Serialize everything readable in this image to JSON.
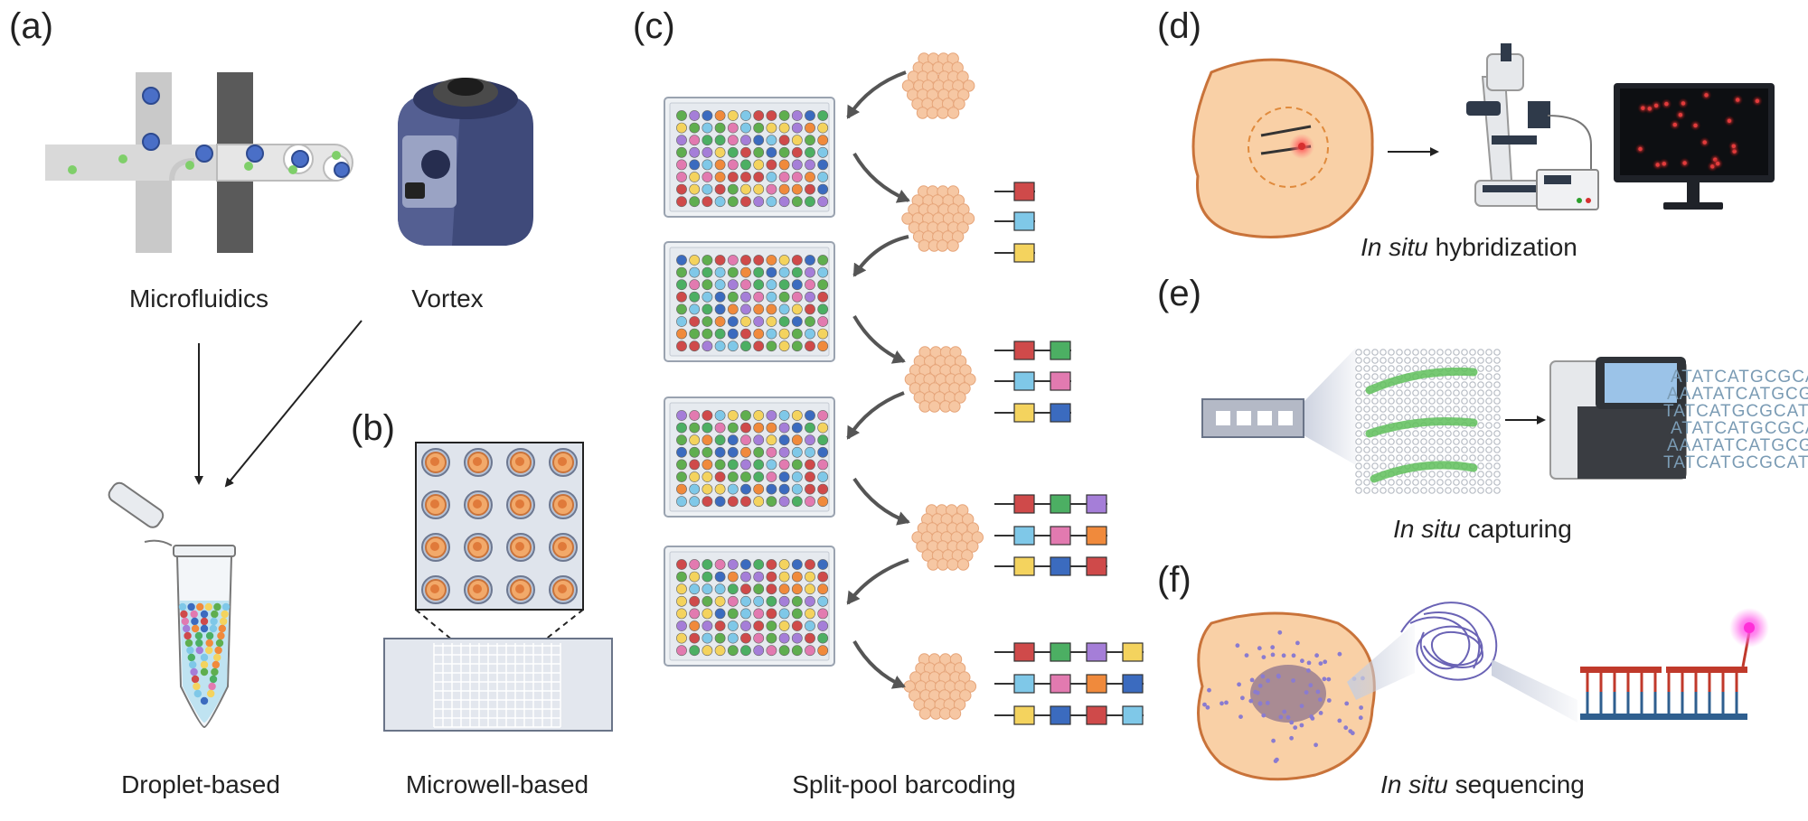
{
  "panels": {
    "a": {
      "letter": "(a)",
      "captions": {
        "microfluidics": "Microfluidics",
        "vortex": "Vortex",
        "droplet": "Droplet-based"
      }
    },
    "b": {
      "letter": "(b)",
      "caption": "Microwell-based"
    },
    "c": {
      "letter": "(c)",
      "caption": "Split-pool barcoding"
    },
    "d": {
      "letter": "(d)",
      "caption_italic": "In situ",
      "caption_rest": " hybridization"
    },
    "e": {
      "letter": "(e)",
      "caption_italic": "In situ",
      "caption_rest": " capturing",
      "sequence_lines": [
        "ATATCATGCGCAT",
        "AAATATCATGCG",
        "TATCATGCGCAT",
        "ATATCATGCGCAT",
        "AAATATCATGCG",
        "TATCATGCGCAT"
      ]
    },
    "f": {
      "letter": "(f)",
      "caption_italic": "In situ",
      "caption_rest": " sequencing"
    }
  },
  "colors": {
    "barcode_palette": [
      "#cf4a4a",
      "#f08a3c",
      "#f4d35e",
      "#5fae4f",
      "#7fc8e8",
      "#3b6bbf",
      "#a57ed8",
      "#e27ab0",
      "#4caf63"
    ],
    "barcode_rows": [
      [
        [
          "#cf4a4a"
        ],
        [
          "#7fc8e8"
        ],
        [
          "#f4d35e"
        ]
      ],
      [
        [
          "#cf4a4a",
          "#4caf63"
        ],
        [
          "#7fc8e8",
          "#e27ab0"
        ],
        [
          "#f4d35e",
          "#3b6bbf"
        ]
      ],
      [
        [
          "#cf4a4a",
          "#4caf63",
          "#a57ed8"
        ],
        [
          "#7fc8e8",
          "#e27ab0",
          "#f08a3c"
        ],
        [
          "#f4d35e",
          "#3b6bbf",
          "#cf4a4a"
        ]
      ],
      [
        [
          "#cf4a4a",
          "#4caf63",
          "#a57ed8",
          "#f4d35e"
        ],
        [
          "#7fc8e8",
          "#e27ab0",
          "#f08a3c",
          "#3b6bbf"
        ],
        [
          "#f4d35e",
          "#3b6bbf",
          "#cf4a4a",
          "#7fc8e8"
        ]
      ]
    ],
    "cell_cluster": "#f6c7a3",
    "cell_body": "#f9d0a6",
    "signal_red": "#d62f2f",
    "microscope_dark": "#2f3a4a",
    "vortex_body": "#3f4a7a",
    "chip_green": "#5fbf5a",
    "probe_magenta": "#ff2fd8"
  },
  "icons": {
    "droplet_generator": "microfluidics-chip-icon",
    "vortex": "vortex-mixer-icon",
    "tube": "eppendorf-tube-icon",
    "microwell": "microwell-array-icon",
    "plate": "96-well-plate-icon",
    "cell_cluster": "cell-cluster-icon",
    "microscope": "microscope-icon",
    "monitor": "monitor-icon",
    "sequencer": "sequencer-icon",
    "rolling_circle": "rolling-circle-product-icon"
  }
}
